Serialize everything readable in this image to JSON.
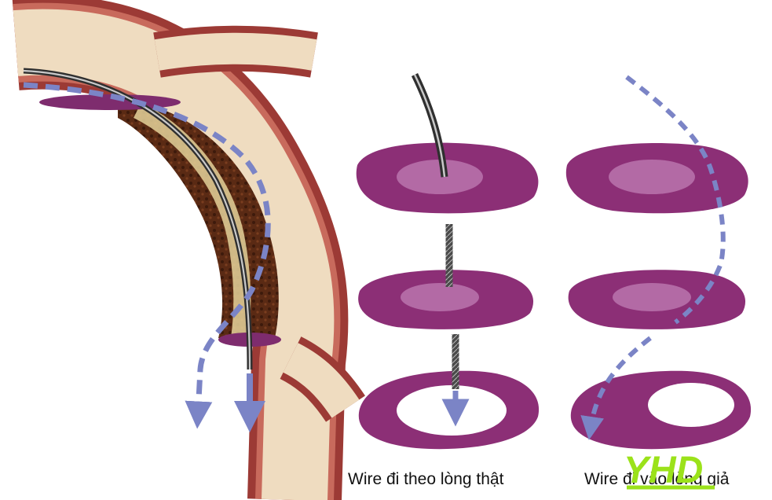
{
  "captions": {
    "true_lumen": "Wire đi theo lòng thật",
    "false_lumen": "Wire đi vào lòng giả"
  },
  "logo": {
    "text": "YHD",
    "color": "#9be21a"
  },
  "colors": {
    "vessel_wall_outer": "#9c3a35",
    "vessel_wall_inner": "#c86a5c",
    "vessel_lumen": "#efdcc0",
    "occlusion_plaque": "#5a2a14",
    "occlusion_cap": "#7e2c6e",
    "tissue_section": "#8c2f76",
    "wire_path_arrow": "#7b84c6",
    "guide_wire": "#3a3a3a"
  },
  "icons": {
    "true_path_arrow": "arrow-down-icon",
    "false_path_arrow": "dashed-arrow-icon"
  }
}
